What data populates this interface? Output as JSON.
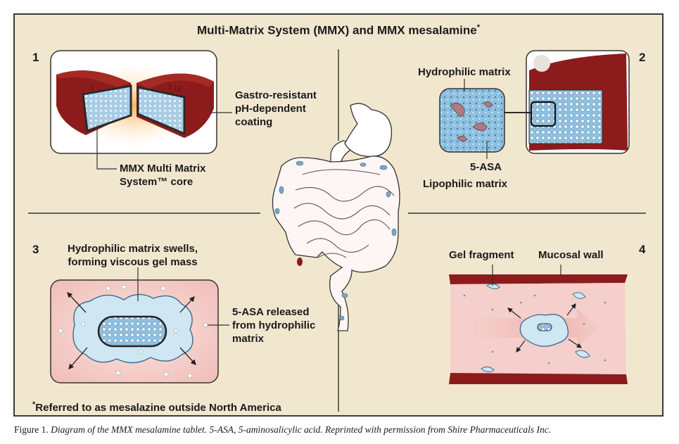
{
  "title": "Multi-Matrix System (MMX) and MMX mesalamine",
  "title_marker": "*",
  "panels": {
    "p1": {
      "number": "1",
      "coating_label_lines": [
        "Gastro-resistant",
        "pH-dependent",
        "coating"
      ],
      "core_label_lines": [
        "MMX Multi Matrix",
        "System™ core"
      ]
    },
    "p2": {
      "number": "2",
      "hydrophilic_label": "Hydrophilic matrix",
      "asa_label": "5-ASA",
      "lipophilic_label": "Lipophilic matrix"
    },
    "p3": {
      "number": "3",
      "swell_label_lines": [
        "Hydrophilic matrix swells,",
        "forming viscous gel mass"
      ],
      "release_label_lines": [
        "5-ASA released",
        "from hydrophilic",
        "matrix"
      ]
    },
    "p4": {
      "number": "4",
      "gel_label": "Gel fragment",
      "wall_label": "Mucosal wall"
    }
  },
  "footnote": {
    "marker": "*",
    "text": "Referred to as mesalazine outside North America"
  },
  "caption": {
    "prefix": "Figure 1.",
    "text": "Diagram of the MMX mesalamine tablet. 5-ASA, 5-aminosalicylic acid. Reprinted with permission from Shire Pharmaceuticals Inc."
  },
  "colors": {
    "background": "#f1e7cf",
    "tablet_red": "#8c1c1c",
    "core_blue": "#a9cde6",
    "gel_blue": "#cfe6f3",
    "pink_field": "#f2c9c6"
  }
}
